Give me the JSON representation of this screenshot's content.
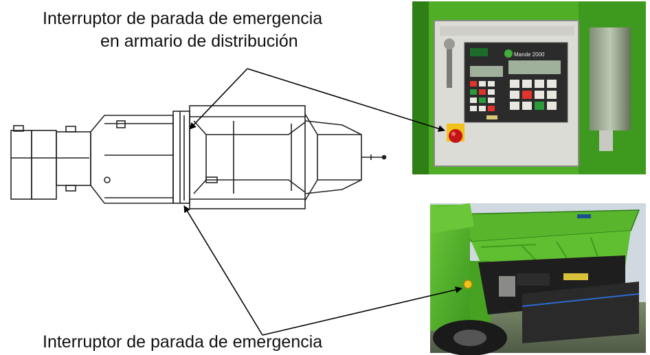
{
  "labels": {
    "top_line1": "Interruptor de parada de emergencia",
    "top_line2": "en armario de distribución",
    "bottom": "Interruptor de parada de emergencia"
  },
  "photo_panel": {
    "brand_text": "Mande 2000"
  },
  "colors": {
    "machine_green": "#58b52c",
    "dark_green": "#2e7a18",
    "cabinet_grey": "#d9d9d4",
    "stop_button_red": "#c4141a",
    "stop_plate_yellow": "#f2c21a"
  },
  "icons": [
    "emergency-stop-button-icon",
    "arrow-icon"
  ]
}
